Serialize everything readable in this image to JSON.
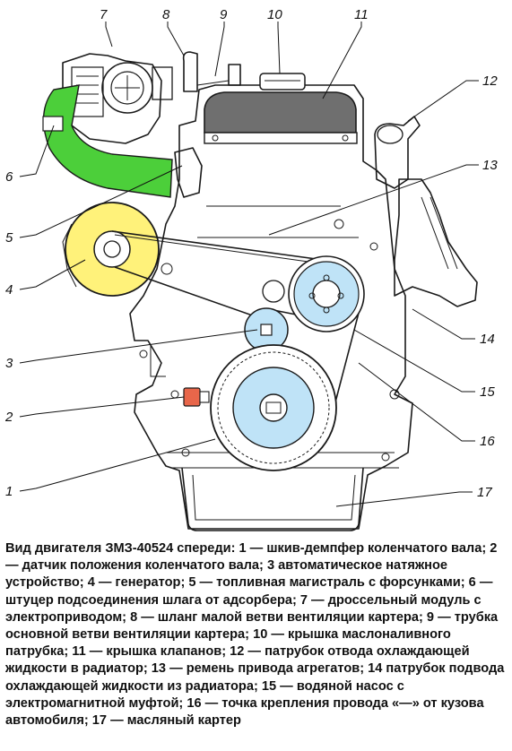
{
  "callouts": {
    "n1": "1",
    "n2": "2",
    "n3": "3",
    "n4": "4",
    "n5": "5",
    "n6": "6",
    "n7": "7",
    "n8": "8",
    "n9": "9",
    "n10": "10",
    "n11": "11",
    "n12": "12",
    "n13": "13",
    "n14": "14",
    "n15": "15",
    "n16": "16",
    "n17": "17"
  },
  "caption": "Вид двигателя ЗМЗ-40524 спереди: 1 — шкив-демпфер коленчатого вала; 2 — датчик положения коленчатого вала; 3 автоматическое натяжное устройство; 4 — генератор; 5 — топливная магистраль с форсунками; 6 — штуцер подсоединения шлага от адсорбера; 7 — дроссельный модуль с электроприводом; 8 — шланг малой ветви вентиляции картера; 9 — трубка основной ветви вентиляции картера; 10 — крышка маслоналивного патрубка; 11 — крышка клапанов; 12 — патрубок отвода охлаждающей жидкости в радиатор; 13 — ремень привода агрегатов; 14 патрубок подвода охлаждающей жидкости из радиатора; 15 — водяной насос с электромагнитной муфтой; 16 — точка крепления провода «—» от кузова автомобиля; 17 — масляный картер",
  "colors": {
    "generator": "#fff27a",
    "pulley_blue": "#bfe3f7",
    "hose_green": "#4ccf3a",
    "valve_cover": "#6f6f6f",
    "sensor": "#e8664a"
  }
}
